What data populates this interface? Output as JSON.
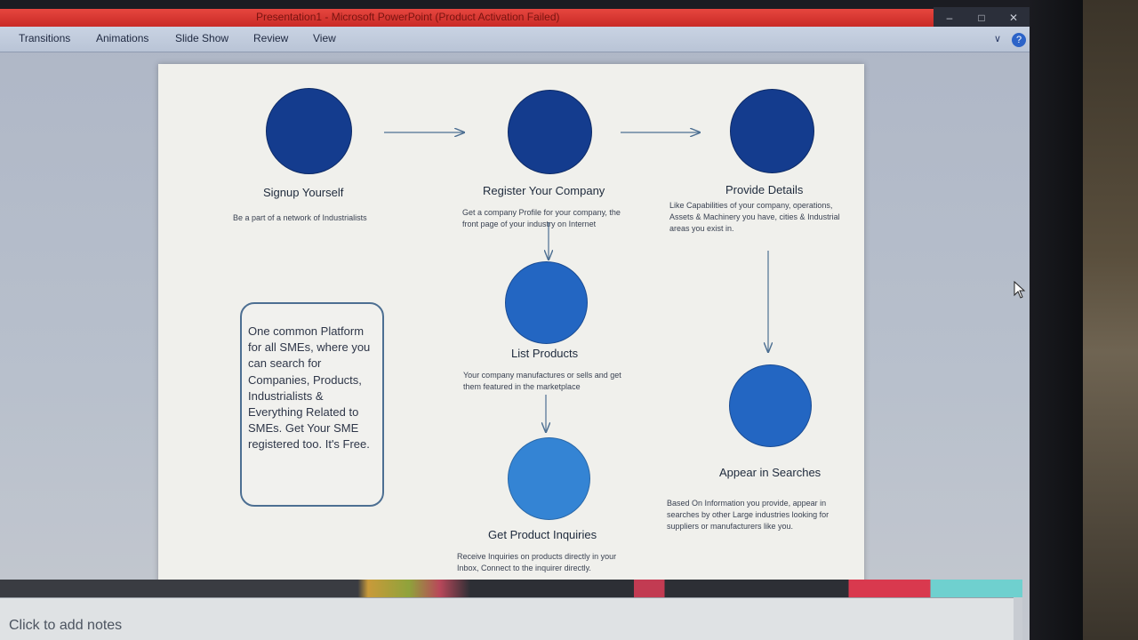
{
  "window": {
    "title": "Presentation1 - Microsoft PowerPoint (Product Activation Failed)",
    "controls": [
      "minimize-icon",
      "maximize-icon",
      "close-icon"
    ]
  },
  "ribbon": {
    "tabs": [
      "Transitions",
      "Animations",
      "Slide Show",
      "Review",
      "View"
    ],
    "help": "?"
  },
  "slide": {
    "steps": [
      {
        "heading": "Signup Yourself",
        "desc": "Be a part of a network of Industrialists"
      },
      {
        "heading": "Register Your Company",
        "desc": "Get a company Profile for your company, the front page of your industry on Internet"
      },
      {
        "heading": "Provide Details",
        "desc": "Like Capabilities of your company, operations, Assets & Machinery you have, cities & Industrial areas you exist in."
      },
      {
        "heading": "List Products",
        "desc": "Your company manufactures or sells and get them featured in the marketplace"
      },
      {
        "heading": "Get Product Inquiries",
        "desc": "Receive Inquiries on products directly in your Inbox, Connect to the inquirer directly."
      },
      {
        "heading": "Appear in Searches",
        "desc": "Based On Information you provide, appear in searches by other Large industries looking for suppliers or manufacturers like you."
      }
    ],
    "callout": "One common Platform for all SMEs, where you can search for Companies, Products, Industrialists & Everything Related to SMEs. Get Your SME registered too. It's Free.",
    "colors": {
      "dark": "#143c8e",
      "mid": "#2366c2",
      "light": "#3484d4",
      "arrow": "#4d6f92"
    }
  },
  "notes": {
    "placeholder": "Click to add notes"
  }
}
